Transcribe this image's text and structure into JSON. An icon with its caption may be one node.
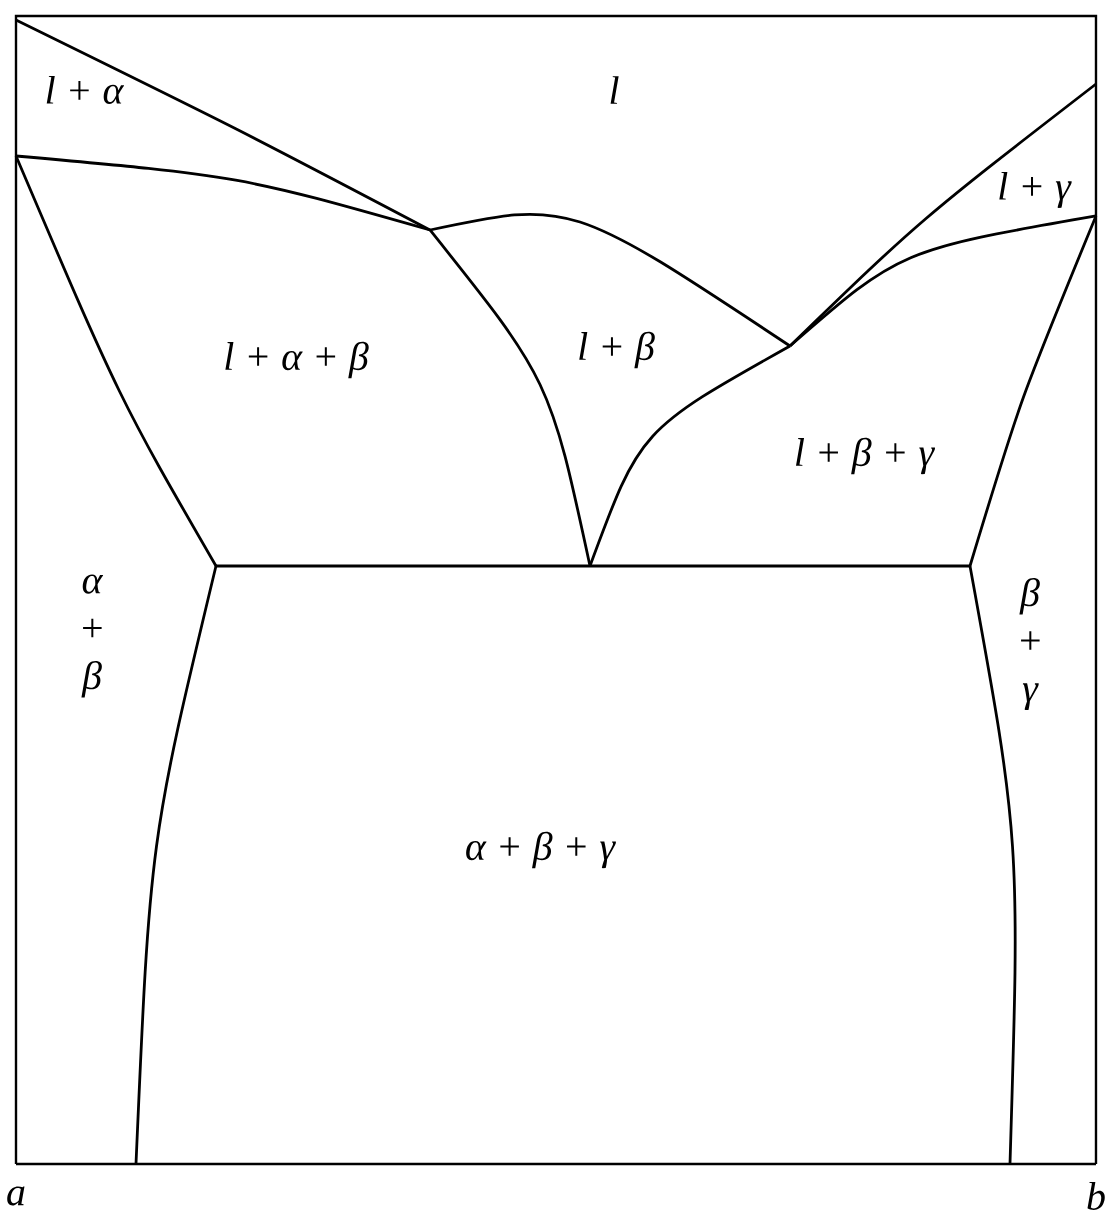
{
  "diagram": {
    "labels": [
      "l",
      "l + α",
      "l + γ",
      "l + α + β",
      "l + β",
      "l + β + γ",
      "α + β",
      "β + γ",
      "α + β + γ",
      "a",
      "b"
    ]
  }
}
